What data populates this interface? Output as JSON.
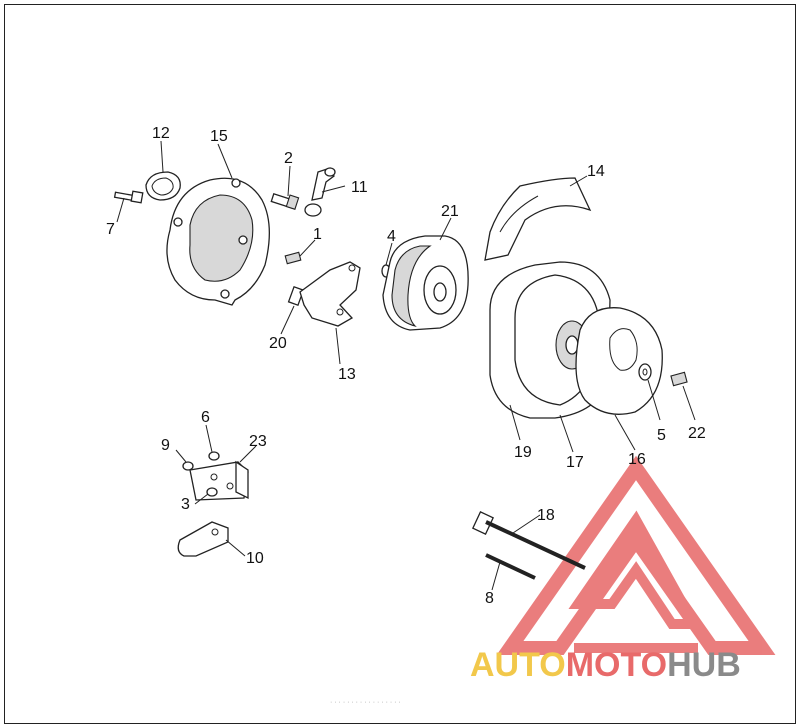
{
  "callouts": {
    "c1": "1",
    "c2": "2",
    "c3": "3",
    "c4": "4",
    "c5": "5",
    "c6": "6",
    "c7": "7",
    "c8": "8",
    "c9": "9",
    "c10": "10",
    "c11": "11",
    "c12": "12",
    "c13": "13",
    "c14": "14",
    "c15": "15",
    "c16": "16",
    "c17": "17",
    "c18": "18",
    "c19": "19",
    "c20": "20",
    "c21": "21",
    "c22": "22",
    "c23": "23"
  },
  "watermark": {
    "part1": "AUTO",
    "part2": "MOTO",
    "part3": "HUB",
    "color_auto": "#f2c84b",
    "color_moto": "#e86a6a",
    "color_hub": "#8a8a8a",
    "logo_color": "#e87070"
  },
  "footer": "· · · · · · · · · · · · · · · · ·"
}
